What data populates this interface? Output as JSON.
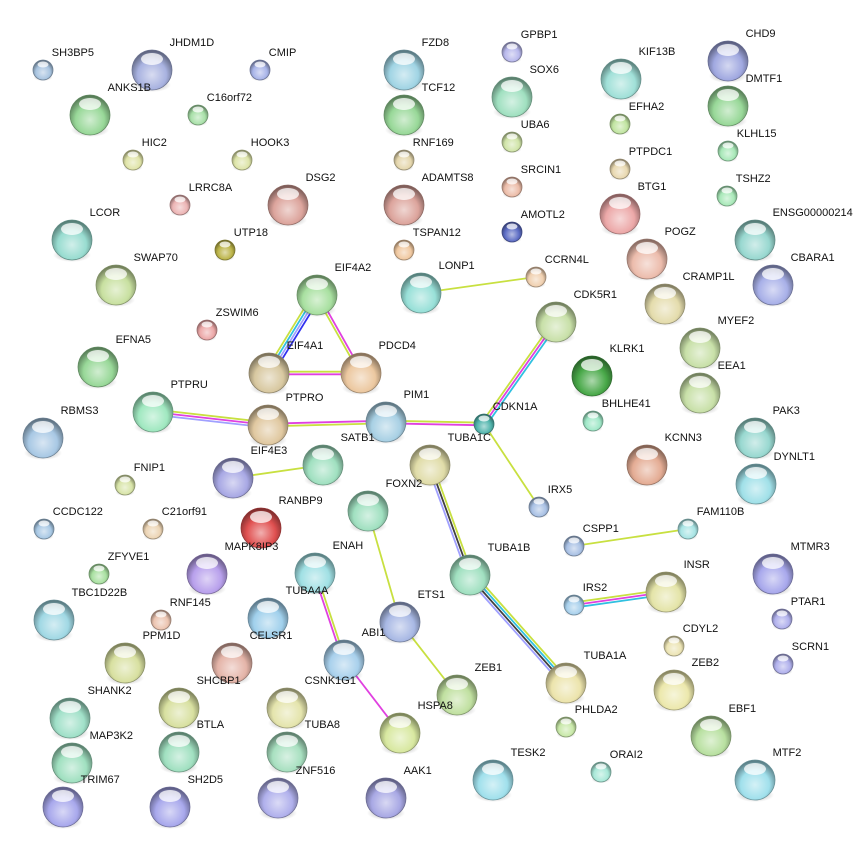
{
  "nodes": [
    {
      "label": "SH3BP5",
      "color": "#a8c4e0"
    },
    {
      "label": "JHDM1D",
      "color": "#a8b2e0"
    },
    {
      "label": "CMIP",
      "color": "#a8b4e8"
    },
    {
      "label": "ANKS1B",
      "color": "#98d898"
    },
    {
      "label": "C16orf72",
      "color": "#a8e0a8"
    },
    {
      "label": "HIC2",
      "color": "#e0e4a8"
    },
    {
      "label": "HOOK3",
      "color": "#dde4a8"
    },
    {
      "label": "LRRC8A",
      "color": "#ecb4b4"
    },
    {
      "label": "DSG2",
      "color": "#dca49c"
    },
    {
      "label": "LCOR",
      "color": "#98dcd0"
    },
    {
      "label": "UTP18",
      "color": "#bcb448"
    },
    {
      "label": "SWAP70",
      "color": "#c8e0a0"
    },
    {
      "label": "EIF4A2",
      "color": "#a8e0a0"
    },
    {
      "label": "ZSWIM6",
      "color": "#eca8a8"
    },
    {
      "label": "EFNA5",
      "color": "#98d898"
    },
    {
      "label": "EIF4A1",
      "color": "#d8c8a0"
    },
    {
      "label": "PDCD4",
      "color": "#ecc8a0"
    },
    {
      "label": "PTPRU",
      "color": "#a0e8c0"
    },
    {
      "label": "RBMS3",
      "color": "#a8c8e4"
    },
    {
      "label": "PTPRO",
      "color": "#e0c8a0"
    },
    {
      "label": "PIM1",
      "color": "#a8d0e4"
    },
    {
      "label": "FZD8",
      "color": "#a0d4e4"
    },
    {
      "label": "TCF12",
      "color": "#98d898"
    },
    {
      "label": "RNF169",
      "color": "#e4d6ac"
    },
    {
      "label": "ADAMTS8",
      "color": "#dca49c"
    },
    {
      "label": "TSPAN12",
      "color": "#f0c8a0"
    },
    {
      "label": "LONP1",
      "color": "#98e0d8"
    },
    {
      "label": "GPBP1",
      "color": "#b8b8ec"
    },
    {
      "label": "SOX6",
      "color": "#a0e0c0"
    },
    {
      "label": "UBA6",
      "color": "#d0e4a8"
    },
    {
      "label": "SRCIN1",
      "color": "#ecbca8"
    },
    {
      "label": "AMOTL2",
      "color": "#5c6cc4"
    },
    {
      "label": "CCRN4L",
      "color": "#f0d0b0"
    },
    {
      "label": "CDK5R1",
      "color": "#c8e0a8"
    },
    {
      "label": "KIF13B",
      "color": "#a0e0d8"
    },
    {
      "label": "EFHA2",
      "color": "#c0e4a0"
    },
    {
      "label": "PTPDC1",
      "color": "#e8d8b0"
    },
    {
      "label": "BTG1",
      "color": "#eca8a8"
    },
    {
      "label": "POGZ",
      "color": "#ecbcac"
    },
    {
      "label": "CRAMP1L",
      "color": "#e4dcac"
    },
    {
      "label": "KLRK1",
      "color": "#48a848"
    },
    {
      "label": "BHLHE41",
      "color": "#a0e8c8"
    },
    {
      "label": "CDKN1A",
      "color": "#50b4ac"
    },
    {
      "label": "CHD9",
      "color": "#a0a8e0"
    },
    {
      "label": "DMTF1",
      "color": "#98d898"
    },
    {
      "label": "KLHL15",
      "color": "#a8e8b8"
    },
    {
      "label": "TSHZ2",
      "color": "#a8e8b8"
    },
    {
      "label": "ENSG00000214",
      "color": "#98d8d0"
    },
    {
      "label": "CBARA1",
      "color": "#a8b0e8"
    },
    {
      "label": "MYEF2",
      "color": "#c8e0a8"
    },
    {
      "label": "EEA1",
      "color": "#c8e0a8"
    },
    {
      "label": "PAK3",
      "color": "#98d8d0"
    },
    {
      "label": "SATB1",
      "color": "#a0e0c0"
    },
    {
      "label": "EIF4E3",
      "color": "#a8a8e4"
    },
    {
      "label": "TUBA1C",
      "color": "#e0dca8"
    },
    {
      "label": "FNIP1",
      "color": "#d8e4a8"
    },
    {
      "label": "KCNN3",
      "color": "#e4ac94"
    },
    {
      "label": "DYNLT1",
      "color": "#a0e0e8"
    },
    {
      "label": "IRX5",
      "color": "#a8c0e4"
    },
    {
      "label": "CCDC122",
      "color": "#a8c8e4"
    },
    {
      "label": "C21orf91",
      "color": "#ecd4b4"
    },
    {
      "label": "RANBP9",
      "color": "#e05050"
    },
    {
      "label": "FOXN2",
      "color": "#a0e0c0"
    },
    {
      "label": "FAM110B",
      "color": "#a8e4e4"
    },
    {
      "label": "CSPP1",
      "color": "#a8c0e4"
    },
    {
      "label": "ZFYVE1",
      "color": "#a8e0a0"
    },
    {
      "label": "MAPK8IP3",
      "color": "#b8a0ec"
    },
    {
      "label": "ENAH",
      "color": "#a0e0e4"
    },
    {
      "label": "TUBA1B",
      "color": "#a0e0c0"
    },
    {
      "label": "MTMR3",
      "color": "#a8a8ec"
    },
    {
      "label": "TBC1D22B",
      "color": "#a0d8e4"
    },
    {
      "label": "RNF145",
      "color": "#ecc4b0"
    },
    {
      "label": "TUBA4A",
      "color": "#a0d0ec"
    },
    {
      "label": "ETS1",
      "color": "#a8b8e4"
    },
    {
      "label": "IRS2",
      "color": "#a8d0ec"
    },
    {
      "label": "INSR",
      "color": "#e4e4a8"
    },
    {
      "label": "PTAR1",
      "color": "#b0b0ec"
    },
    {
      "label": "PPM1D",
      "color": "#d8e0a0"
    },
    {
      "label": "CELSR1",
      "color": "#e4b4a8"
    },
    {
      "label": "ABI1",
      "color": "#a8d0ec"
    },
    {
      "label": "CDYL2",
      "color": "#ece4b4"
    },
    {
      "label": "SCRN1",
      "color": "#b0b0ec"
    },
    {
      "label": "SHANK2",
      "color": "#a0e0c8"
    },
    {
      "label": "SHCBP1",
      "color": "#d8e0a0"
    },
    {
      "label": "CSNK1G1",
      "color": "#e4e4ac"
    },
    {
      "label": "ZEB1",
      "color": "#c0e0a0"
    },
    {
      "label": "TUBA1A",
      "color": "#ece4ac"
    },
    {
      "label": "ZEB2",
      "color": "#ece8ac"
    },
    {
      "label": "HSPA8",
      "color": "#d8e8a0"
    },
    {
      "label": "PHLDA2",
      "color": "#c8e8a8"
    },
    {
      "label": "EBF1",
      "color": "#b8e0a0"
    },
    {
      "label": "MAP3K2",
      "color": "#a0e0c0"
    },
    {
      "label": "BTLA",
      "color": "#a0e0c0"
    },
    {
      "label": "TUBA8",
      "color": "#a8e0c0"
    },
    {
      "label": "TESK2",
      "color": "#a0e0ec"
    },
    {
      "label": "ORAI2",
      "color": "#a8e8d8"
    },
    {
      "label": "MTF2",
      "color": "#a0e0ec"
    },
    {
      "label": "TRIM67",
      "color": "#a8a8ec"
    },
    {
      "label": "SH2D5",
      "color": "#a8a8ec"
    },
    {
      "label": "ZNF516",
      "color": "#b0b0ec"
    },
    {
      "label": "AAK1",
      "color": "#a8a8e4"
    }
  ],
  "evidence_colors": {
    "textmining": "#c8e040",
    "experiments": "#e040e0",
    "databases": "#30c0e0",
    "coexpression": "#404040",
    "homology": "#a0a0ff",
    "cooccurrence": "#3030f0"
  },
  "edges": [
    {
      "a": "EIF4A2",
      "b": "EIF4A1",
      "evidence": [
        "cooccurrence",
        "homology",
        "databases",
        "textmining"
      ]
    },
    {
      "a": "EIF4A2",
      "b": "PDCD4",
      "evidence": [
        "experiments",
        "textmining"
      ]
    },
    {
      "a": "EIF4A1",
      "b": "PDCD4",
      "evidence": [
        "textmining",
        "experiments"
      ]
    },
    {
      "a": "PTPRU",
      "b": "PTPRO",
      "evidence": [
        "textmining",
        "experiments",
        "homology"
      ]
    },
    {
      "a": "PTPRO",
      "b": "PIM1",
      "evidence": [
        "experiments",
        "textmining"
      ]
    },
    {
      "a": "PIM1",
      "b": "CDKN1A",
      "evidence": [
        "textmining",
        "experiments"
      ]
    },
    {
      "a": "CDK5R1",
      "b": "CDKN1A",
      "evidence": [
        "databases",
        "experiments",
        "textmining"
      ]
    },
    {
      "a": "CDKN1A",
      "b": "IRX5",
      "evidence": [
        "textmining"
      ]
    },
    {
      "a": "LONP1",
      "b": "CCRN4L",
      "evidence": [
        "textmining"
      ]
    },
    {
      "a": "EIF4E3",
      "b": "SATB1",
      "evidence": [
        "textmining"
      ]
    },
    {
      "a": "FOXN2",
      "b": "ETS1",
      "evidence": [
        "textmining"
      ]
    },
    {
      "a": "ETS1",
      "b": "ZEB1",
      "evidence": [
        "textmining"
      ]
    },
    {
      "a": "TUBA1C",
      "b": "TUBA1B",
      "evidence": [
        "textmining",
        "coexpression",
        "homology"
      ]
    },
    {
      "a": "TUBA1B",
      "b": "TUBA1A",
      "evidence": [
        "textmining",
        "databases",
        "coexpression",
        "homology"
      ]
    },
    {
      "a": "CSPP1",
      "b": "FAM110B",
      "evidence": [
        "textmining"
      ]
    },
    {
      "a": "IRS2",
      "b": "INSR",
      "evidence": [
        "textmining",
        "experiments",
        "databases"
      ]
    },
    {
      "a": "ENAH",
      "b": "ABI1",
      "evidence": [
        "textmining",
        "experiments"
      ]
    },
    {
      "a": "ABI1",
      "b": "HSPA8",
      "evidence": [
        "experiments"
      ]
    }
  ]
}
